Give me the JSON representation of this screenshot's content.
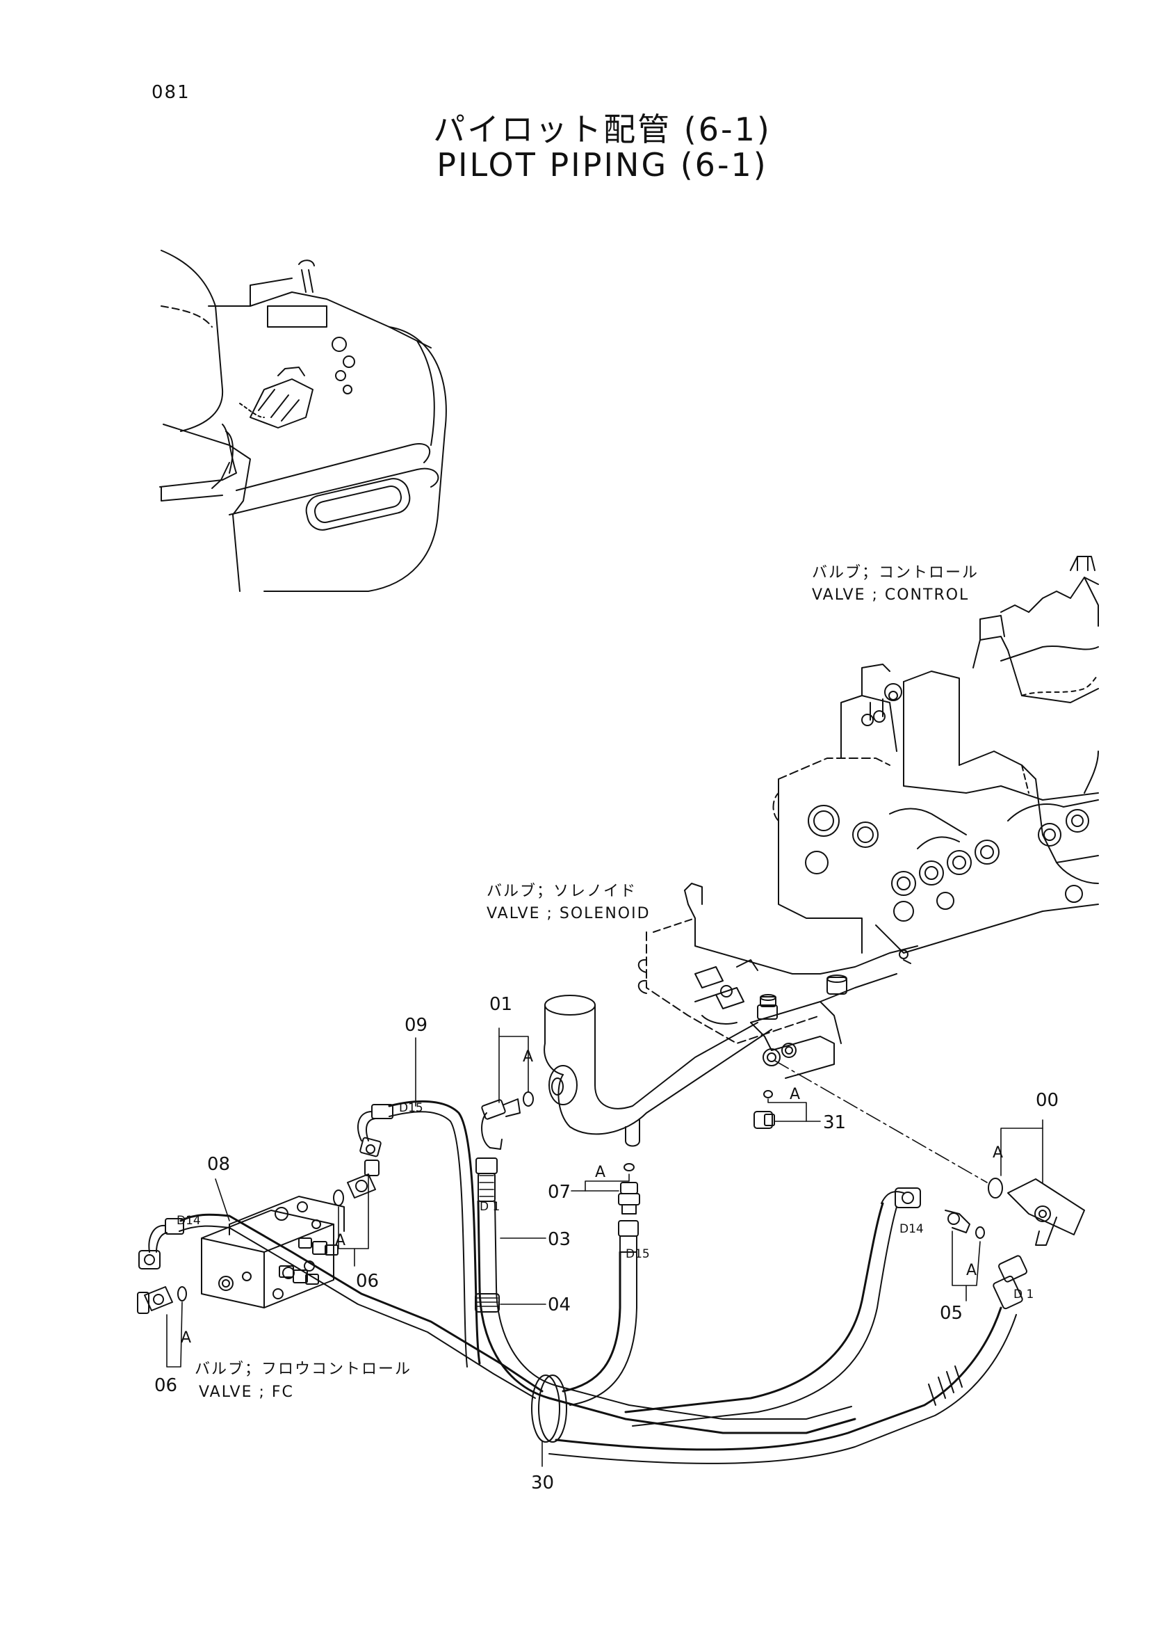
{
  "page": {
    "number": "081"
  },
  "title": {
    "ja": "パイロット配管 (6-1)",
    "en": "PILOT PIPING (6-1)"
  },
  "components": {
    "control_valve": {
      "ja": "バルブ；コントロール",
      "en": "VALVE ; CONTROL"
    },
    "solenoid_valve": {
      "ja": "バルブ；ソレノイド",
      "en": "VALVE ; SOLENOID"
    },
    "fc_valve": {
      "ja": "バルブ；フロウコントロール",
      "en": "VALVE ; FC"
    }
  },
  "callouts": {
    "p00": "00",
    "p01": "01",
    "p03": "03",
    "p04": "04",
    "p05": "05",
    "p06a": "06",
    "p06b": "06",
    "p07": "07",
    "p08": "08",
    "p09": "09",
    "p30": "30",
    "p31": "31"
  },
  "view_marks": {
    "a1": "A",
    "a2": "A",
    "a3": "A",
    "a4": "A",
    "a5": "A",
    "a6": "A",
    "a7": "A"
  },
  "hose_marks": {
    "d15a": "D15",
    "d15b": "D15",
    "d14a": "D14",
    "d14b": "D14",
    "d1a": "D 1",
    "d1b": "D 1"
  }
}
